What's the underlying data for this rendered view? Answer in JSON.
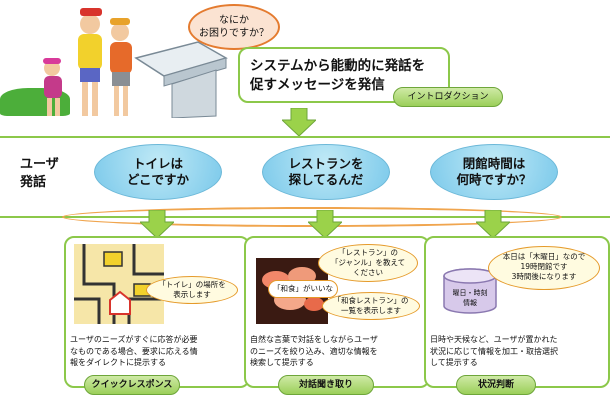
{
  "bubble_top": {
    "line1": "なにか",
    "line2": "お困りですか？"
  },
  "system_box": {
    "line1": "システムから能動的に発話を",
    "line2": "促すメッセージを発信"
  },
  "intro_label": "イントロダクション",
  "user_label": {
    "line1": "ユーザ",
    "line2": "発話"
  },
  "speech": [
    {
      "line1": "トイレは",
      "line2": "どこですか"
    },
    {
      "line1": "レストランを",
      "line2": "探してるんだ"
    },
    {
      "line1": "閉館時間は",
      "line2": "何時ですか？"
    }
  ],
  "panels": [
    {
      "note": {
        "line1": "「トイレ」の場所を",
        "line2": "表示します"
      },
      "text": [
        "ユーザのニーズがすぐに応答が必要",
        "なものである場合、要求に応える情",
        "報をダイレクトに提示する"
      ],
      "label": "クイックレスポンス"
    },
    {
      "note_a": {
        "line1": "「レストラン」の",
        "line2": "「ジャンル」を教えて",
        "line3": "ください"
      },
      "note_b": "「和食」がいいな",
      "note_c": {
        "line1": "「和食レストラン」の",
        "line2": "一覧を表示します"
      },
      "text": [
        "自然な言葉で対話をしながらユーザ",
        "のニーズを絞り込み、適切な情報を",
        "検索して提示する"
      ],
      "label": "対話聞き取り"
    },
    {
      "db": {
        "line1": "曜日・時刻",
        "line2": "情報"
      },
      "note": {
        "line1": "本日は「木曜日」なので",
        "line2": "19時閉館です",
        "line3": "3時間後になります"
      },
      "text": [
        "日時や天候など、ユーザが置かれた",
        "状況に応じて情報を加工・取捨選択",
        "して提示する"
      ],
      "label": "状況判断"
    }
  ],
  "colors": {
    "green": "#8cc84a",
    "blue": "#79c8ea",
    "orange": "#f0a54e"
  }
}
